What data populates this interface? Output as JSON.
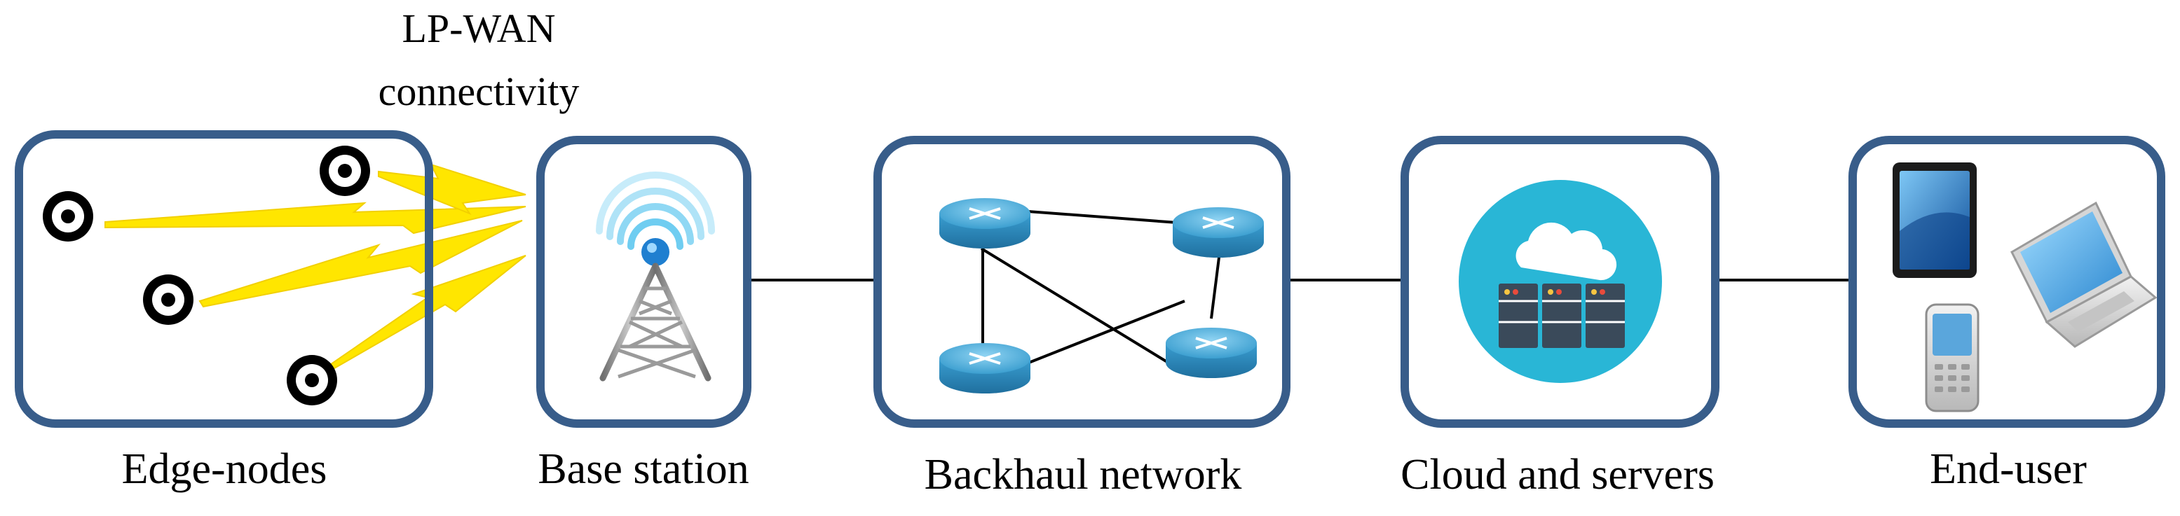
{
  "labels": {
    "lpwan": [
      "LP-WAN",
      "connectivity"
    ],
    "edge_nodes": "Edge-nodes",
    "base_station": "Base station",
    "backhaul": "Backhaul network",
    "cloud": "Cloud and servers",
    "end_user": "End-user"
  },
  "colors": {
    "box_border": "#385d8a",
    "lightning": "#ffe600",
    "router_top": "#5ab6e0",
    "router_side": "#2f8fc2",
    "cloud_circle": "#29b6d6",
    "server_body": "#3a4a5a",
    "tower": "#8a8a8a",
    "signal": "#5fc8f0"
  },
  "icons": {
    "edge_node": "target-icon",
    "base_station": "antenna-tower-icon",
    "router": "router-icon",
    "cloud": "cloud-server-icon",
    "tablet": "tablet-icon",
    "laptop": "laptop-icon",
    "phone": "phone-icon"
  }
}
